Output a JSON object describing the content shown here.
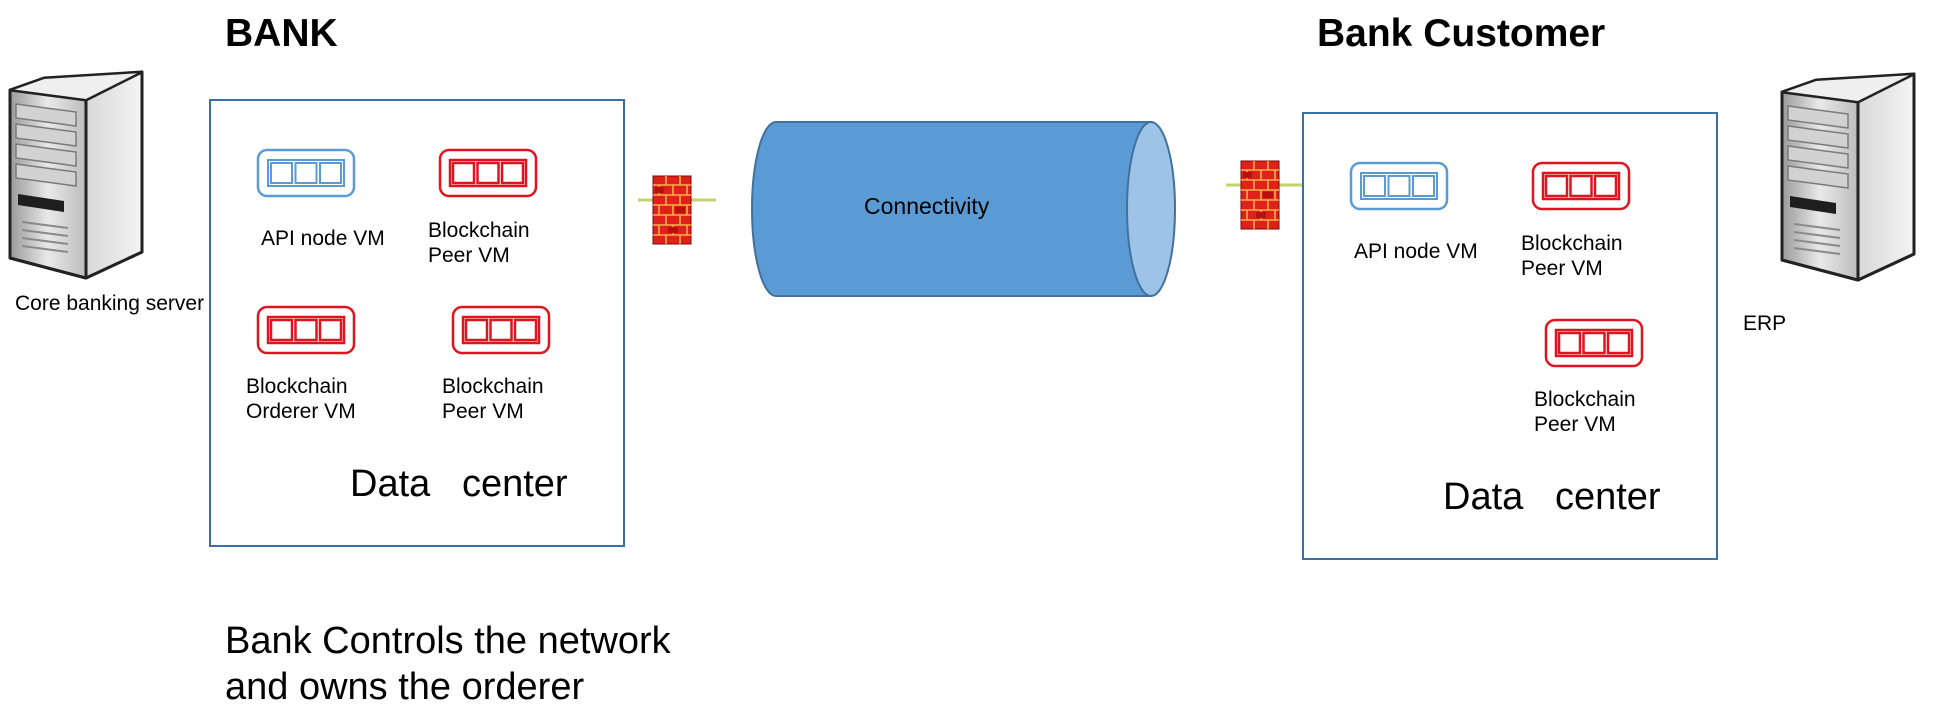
{
  "bank": {
    "title": "BANK",
    "server_label": "Core banking server",
    "datacenter": {
      "label": "Data   center",
      "vms": [
        {
          "label": "API node VM",
          "kind": "api"
        },
        {
          "label": "Blockchain\nPeer VM",
          "kind": "blockchain"
        },
        {
          "label": "Blockchain\nOrderer VM",
          "kind": "blockchain"
        },
        {
          "label": "Blockchain\nPeer VM",
          "kind": "blockchain"
        }
      ]
    },
    "note": "Bank Controls the network\nand owns the orderer"
  },
  "connectivity": {
    "label": "Connectivity"
  },
  "customer": {
    "title": "Bank Customer",
    "server_label": "ERP",
    "datacenter": {
      "label": "Data   center",
      "vms": [
        {
          "label": "API node VM",
          "kind": "api"
        },
        {
          "label": "Blockchain\nPeer VM",
          "kind": "blockchain"
        },
        {
          "label": "Blockchain\nPeer VM",
          "kind": "blockchain"
        }
      ]
    }
  },
  "colors": {
    "api_vm": "#5b9bd5",
    "blockchain_vm": "#e0141e",
    "box_border": "#3c6fa6",
    "pipe_fill": "#5b9bd5",
    "pipe_end": "#9dc3e6",
    "firewall_line": "#c3d36b"
  }
}
